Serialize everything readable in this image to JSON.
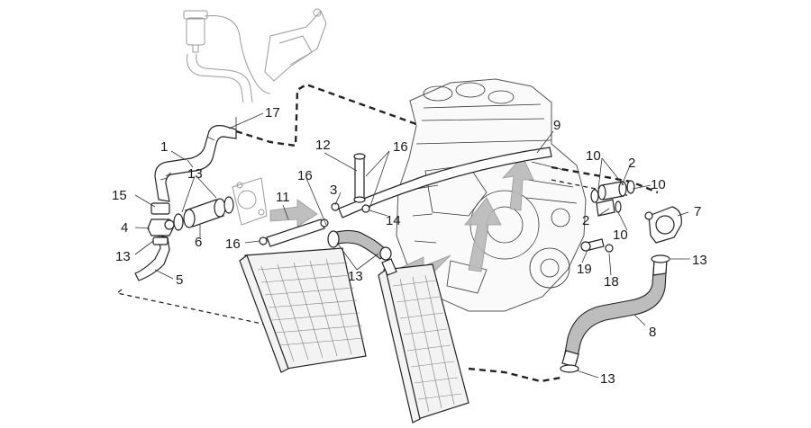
{
  "diagram": {
    "labels": [
      {
        "id": "callout-1",
        "text": "1"
      },
      {
        "id": "callout-2-top",
        "text": "2"
      },
      {
        "id": "callout-2-bottom",
        "text": "2"
      },
      {
        "id": "callout-3",
        "text": "3"
      },
      {
        "id": "callout-4",
        "text": "4"
      },
      {
        "id": "callout-5",
        "text": "5"
      },
      {
        "id": "callout-6",
        "text": "6"
      },
      {
        "id": "callout-7",
        "text": "7"
      },
      {
        "id": "callout-8",
        "text": "8"
      },
      {
        "id": "callout-9",
        "text": "9"
      },
      {
        "id": "callout-10-a",
        "text": "10"
      },
      {
        "id": "callout-10-b",
        "text": "10"
      },
      {
        "id": "callout-10-c",
        "text": "10"
      },
      {
        "id": "callout-11",
        "text": "11"
      },
      {
        "id": "callout-12",
        "text": "12"
      },
      {
        "id": "callout-13-top",
        "text": "13"
      },
      {
        "id": "callout-13-left",
        "text": "13"
      },
      {
        "id": "callout-13-center",
        "text": "13"
      },
      {
        "id": "callout-13-right",
        "text": "13"
      },
      {
        "id": "callout-13-bottom",
        "text": "13"
      },
      {
        "id": "callout-14",
        "text": "14"
      },
      {
        "id": "callout-15",
        "text": "15"
      },
      {
        "id": "callout-16-top",
        "text": "16"
      },
      {
        "id": "callout-16-mid",
        "text": "16"
      },
      {
        "id": "callout-16-left",
        "text": "16"
      },
      {
        "id": "callout-17",
        "text": "17"
      },
      {
        "id": "callout-18",
        "text": "18"
      },
      {
        "id": "callout-19",
        "text": "19"
      }
    ]
  }
}
